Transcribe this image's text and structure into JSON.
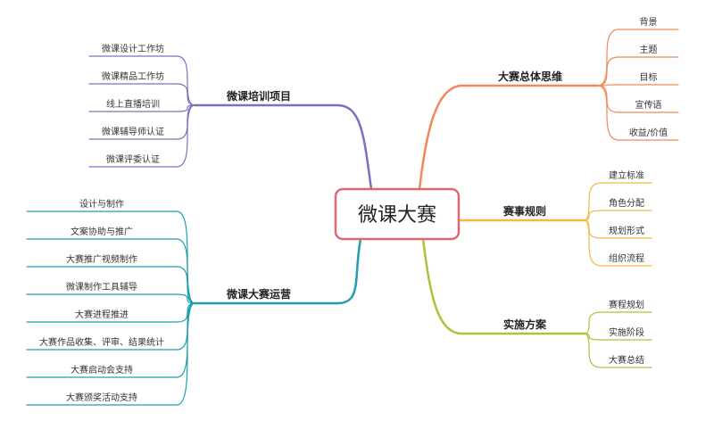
{
  "center": {
    "label": "微课大赛",
    "border_color": "#e06670"
  },
  "branches": [
    {
      "id": "thinking",
      "label": "大赛总体思维",
      "color": "#f0895a",
      "items": [
        "背景",
        "主题",
        "目标",
        "宣传语",
        "收益/价值"
      ]
    },
    {
      "id": "rules",
      "label": "赛事规则",
      "color": "#f5b93e",
      "items": [
        "建立标准",
        "角色分配",
        "规划形式",
        "组织流程"
      ]
    },
    {
      "id": "plan",
      "label": "实施方案",
      "color": "#a8c43a",
      "items": [
        "赛程规划",
        "实施阶段",
        "大赛总结"
      ]
    },
    {
      "id": "training",
      "label": "微课培训项目",
      "color": "#7f6fc0",
      "items": [
        "微课设计工作坊",
        "微课精品工作坊",
        "线上直播培训",
        "微课辅导师认证",
        "微课评委认证"
      ]
    },
    {
      "id": "operation",
      "label": "微课大赛运营",
      "color": "#1f9fb0",
      "items": [
        "设计与制作",
        "文案协助与推广",
        "大赛推广视频制作",
        "微课制作工具辅导",
        "大赛进程推进",
        "大赛作品收集、评审、结果统计",
        "大赛启动会支持",
        "大赛颁奖活动支持"
      ]
    }
  ]
}
